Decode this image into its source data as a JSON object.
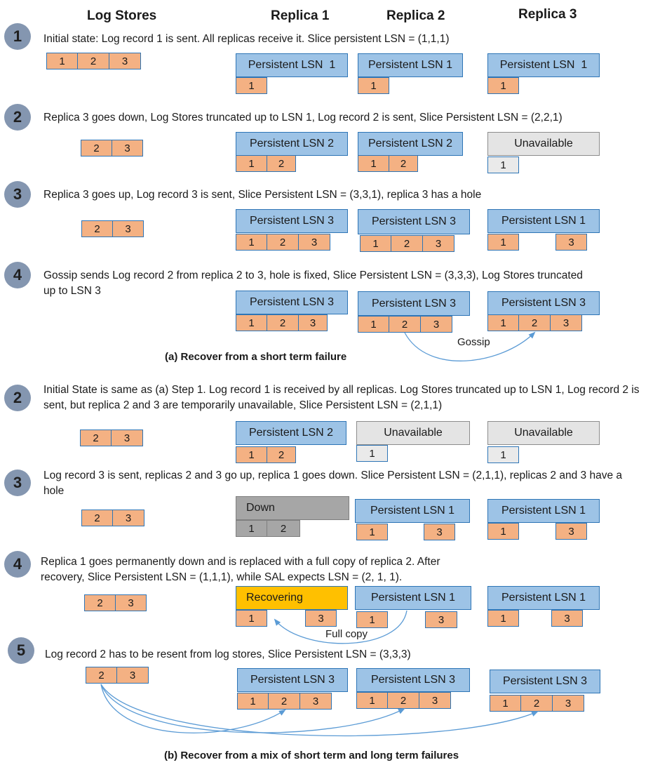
{
  "headers": [
    "Log Stores",
    "Replica 1",
    "Replica 2",
    "Replica 3"
  ],
  "captions": {
    "a": "(a) Recover from a short term failure",
    "b": "(b) Recover from a mix of short term and long term failures"
  },
  "steps": [
    {
      "num": "1",
      "desc": "Initial state: Log record 1 is sent. All replicas receive it. Slice persistent LSN = (1,1,1)"
    },
    {
      "num": "2",
      "desc": "Replica 3 goes down, Log Stores truncated up to LSN 1, Log record  2 is sent, Slice Persistent LSN = (2,2,1)"
    },
    {
      "num": "3",
      "desc": "Replica 3 goes up, Log record 3 is sent, Slice Persistent LSN = (3,3,1), replica 3 has a hole"
    },
    {
      "num": "4",
      "desc": "Gossip sends Log record 2 from replica 2 to 3, hole is fixed,  Slice Persistent LSN = (3,3,3), Log Stores truncated up to LSN 3"
    },
    {
      "num": "2",
      "desc": "Initial State is same as (a) Step 1. Log record 1 is received by all replicas. Log Stores truncated up to LSN 1, Log record  2 is sent,  but replica 2 and 3 are temporarily unavailable, Slice Persistent LSN = (2,1,1)"
    },
    {
      "num": "3",
      "desc": "Log record 3 is sent,  replicas 2 and 3 go up,  replica 1 goes down. Slice Persistent LSN = (2,1,1), replicas 2 and 3 have a hole"
    },
    {
      "num": "4",
      "desc": "Replica 1 goes permanently down and is replaced with a full copy of replica 2. After recovery, Slice Persistent LSN = (1,1,1), while SAL expects LSN = (2, 1, 1)."
    },
    {
      "num": "5",
      "desc": "Log record 2 has to be resent from log stores, Slice Persistent LSN = (3,3,3)"
    }
  ],
  "log_stores": [
    [
      "1",
      "2",
      "3"
    ],
    [
      "2",
      "3"
    ],
    [
      "2",
      "3"
    ],
    [
      "2",
      "3"
    ],
    [
      "2",
      "3"
    ],
    [
      "2",
      "3"
    ],
    [
      "2",
      "3"
    ]
  ],
  "replica_labels": [
    [
      "Persistent LSN  1",
      "Persistent LSN 1",
      "Persistent LSN  1"
    ],
    [
      "Persistent LSN 2",
      "Persistent LSN 2",
      "Unavailable"
    ],
    [
      "Persistent LSN 3",
      "Persistent LSN 3",
      "Persistent LSN 1"
    ],
    [
      "Persistent LSN 3",
      "Persistent LSN 3",
      "Persistent LSN 3"
    ],
    [
      "Persistent LSN 2",
      "Unavailable",
      "Unavailable"
    ],
    [
      "Down",
      "Persistent LSN 1",
      "Persistent LSN 1"
    ],
    [
      "Recovering",
      "Persistent LSN 1",
      "Persistent LSN 1"
    ],
    [
      "Persistent LSN 3",
      "Persistent LSN 3",
      "Persistent LSN 3"
    ]
  ],
  "replica_records": [
    [
      [
        "1"
      ],
      [
        "1"
      ],
      [
        "1"
      ]
    ],
    [
      [
        "1",
        "2"
      ],
      [
        "1",
        "2"
      ],
      [
        "1"
      ]
    ],
    [
      [
        "1",
        "2",
        "3"
      ],
      [
        "1",
        "2",
        "3"
      ],
      [
        "1",
        "3"
      ]
    ],
    [
      [
        "1",
        "2",
        "3"
      ],
      [
        "1",
        "2",
        "3"
      ],
      [
        "1",
        "2",
        "3"
      ]
    ],
    [
      [
        "1",
        "2"
      ],
      [
        "1"
      ],
      [
        "1"
      ]
    ],
    [
      [
        "1",
        "2"
      ],
      [
        "1",
        "3"
      ],
      [
        "1",
        "3"
      ]
    ],
    [
      [
        "1",
        "3"
      ],
      [
        "1",
        "3"
      ],
      [
        "1",
        "3"
      ]
    ],
    [
      [
        "1",
        "2",
        "3"
      ],
      [
        "1",
        "2",
        "3"
      ],
      [
        "1",
        "2",
        "3"
      ]
    ]
  ],
  "arrow_labels": {
    "gossip": "Gossip",
    "full_copy": "Full copy"
  },
  "colors": {
    "record": "#f4b183",
    "lsn_box": "#9dc3e6",
    "border": "#2e75b6",
    "unavailable": "#e4e4e4",
    "down": "#a6a6a6",
    "recovering": "#ffc000",
    "step_circle": "#8496b0",
    "arrow": "#5b9bd5"
  }
}
